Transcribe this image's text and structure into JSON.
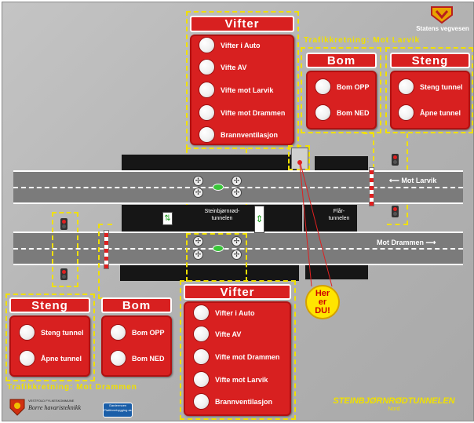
{
  "logo": {
    "name": "Statens vegvesen"
  },
  "top_direction": "Trafikkretning: Mot Larvik",
  "bottom_direction": "Trafikkretning: Mot Drammen",
  "vifter_top": {
    "title": "Vifter",
    "buttons": [
      "Vifter i Auto",
      "Vifte AV",
      "Vifte mot Larvik",
      "Vifte mot Drammen",
      "Brannventilasjon"
    ]
  },
  "bom_top": {
    "title": "Bom",
    "buttons": [
      "Bom OPP",
      "Bom NED"
    ]
  },
  "steng_top": {
    "title": "Steng",
    "buttons": [
      "Steng tunnel",
      "Åpne tunnel"
    ]
  },
  "vifter_bottom": {
    "title": "Vifter",
    "buttons": [
      "Vifter i Auto",
      "Vifte AV",
      "Vifte mot Drammen",
      "Vifte mot Larvik",
      "Brannventilasjon"
    ]
  },
  "bom_bottom": {
    "title": "Bom",
    "buttons": [
      "Bom OPP",
      "Bom NED"
    ]
  },
  "steng_bottom": {
    "title": "Steng",
    "buttons": [
      "Steng tunnel",
      "Åpne tunnel"
    ]
  },
  "roads": {
    "upper_label": "Mot Larvik",
    "lower_label": "Mot Drammen"
  },
  "tunnels": {
    "steinbjornrod": "Steinbjørnrød-\ntunnelen",
    "flar": "Flår-\ntunnelen"
  },
  "here_badge": "Her er DU!",
  "footer": {
    "title": "STEINBJØRNRØDTUNNELEN",
    "subtitle": "Nord",
    "municipality": "VESTFOLD FYLKESKOMMUNE",
    "school": "Borre havaristeknikk",
    "badge_line1": "Gardermoen",
    "badge_line2": "Plattformbygging as"
  },
  "colors": {
    "panel_red": "#d82020",
    "dashed_yellow": "#f0e000",
    "road_gray": "#7b7b7b",
    "tunnel_black": "#161616"
  }
}
